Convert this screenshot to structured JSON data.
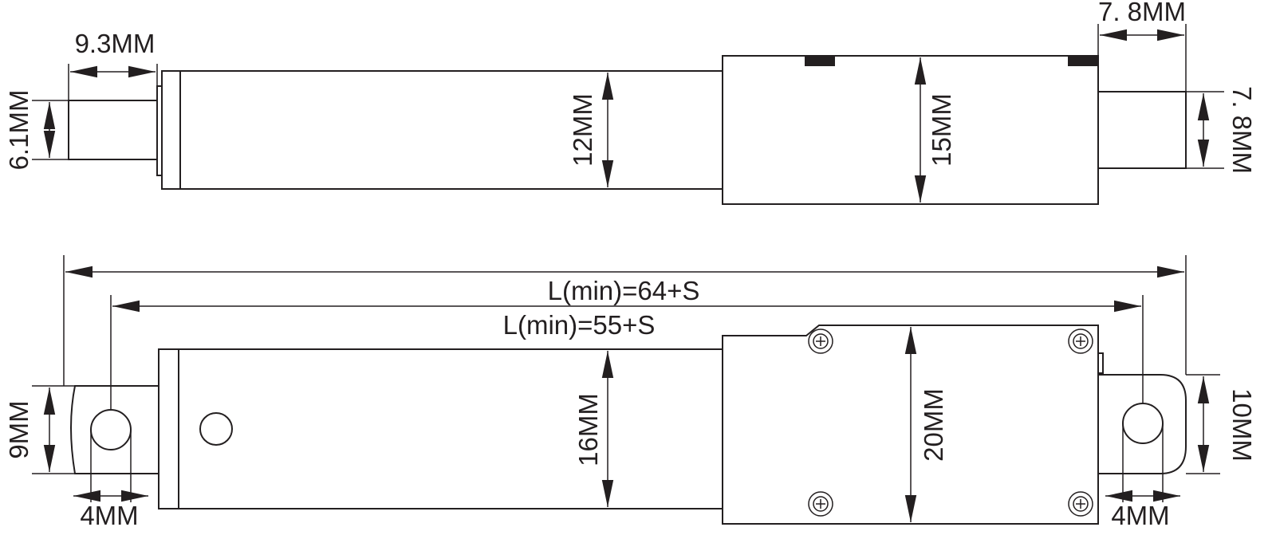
{
  "top_view": {
    "dims": {
      "shaft_length": "9.3MM",
      "shaft_dia": "6.1MM",
      "tube_dia": "12MM",
      "housing_height": "15MM",
      "end_length": "7. 8MM",
      "end_height": "7. 8MM"
    }
  },
  "side_view": {
    "dims": {
      "overall_length": "L(min)=64+S",
      "hole_center_length": "L(min)=55+S",
      "rod_end_height": "9MM",
      "hole_dia_left": "4MM",
      "tube_dia": "16MM",
      "housing_height": "20MM",
      "rear_end_height": "10MM",
      "hole_dia_right": "4MM"
    }
  }
}
